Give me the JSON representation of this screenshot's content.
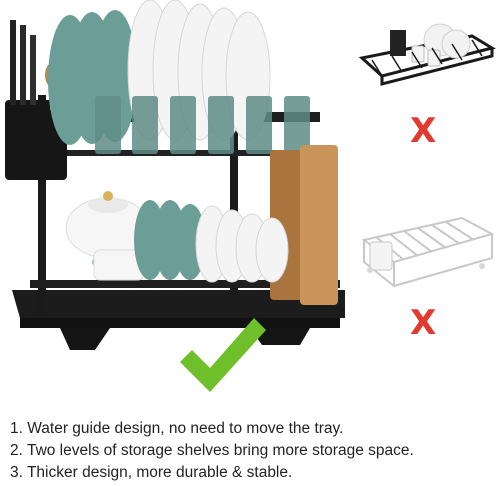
{
  "features": [
    "1. Water guide design, no need to move the tray.",
    "2. Two levels of storage shelves bring more storage space.",
    "3. Thicker design, more durable & stable."
  ],
  "marks": {
    "cross_glyph": "X",
    "cross_color": "#e23a2e",
    "check_color": "#6fbf2a"
  },
  "icons": {
    "hero": "two-tier-dish-rack",
    "alt_top": "single-tier-black-dish-rack",
    "alt_bottom": "white-wire-dish-rack",
    "check": "green-check-icon",
    "cross": "red-x-icon"
  }
}
